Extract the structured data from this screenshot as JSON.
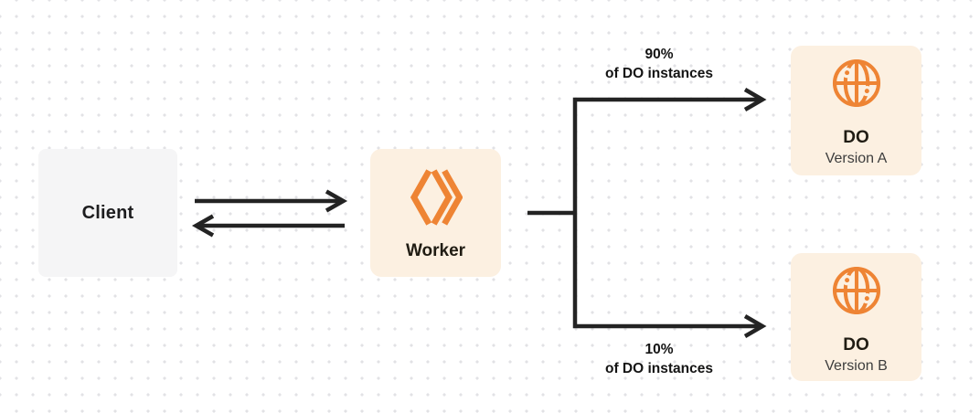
{
  "nodes": {
    "client": {
      "label": "Client"
    },
    "worker": {
      "label": "Worker",
      "icon": "workers-chevrons-icon"
    },
    "do_a": {
      "title": "DO",
      "subtitle": "Version A",
      "icon": "durable-object-globe-icon"
    },
    "do_b": {
      "title": "DO",
      "subtitle": "Version B",
      "icon": "durable-object-globe-icon"
    }
  },
  "edges": {
    "client_worker": {
      "type": "bidirectional-arrows"
    },
    "branch_a": {
      "line1": "90%",
      "line2": "of DO instances"
    },
    "branch_b": {
      "line1": "10%",
      "line2": "of DO instances"
    }
  },
  "colors": {
    "accent_orange": "#EE8434",
    "node_cream": "#FCF0E1",
    "node_gray": "#F5F5F6",
    "connector_dark": "#232323",
    "dot_grid": "#E2E2E5"
  }
}
